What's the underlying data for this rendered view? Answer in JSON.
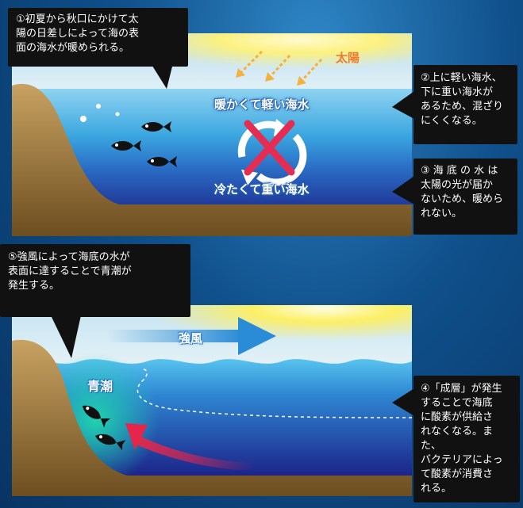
{
  "top_panel": {
    "callout_1": {
      "line1": "①初夏から秋口にかけて太",
      "line2": "陽の日差しによって海の表",
      "line3": "面の海水が暖められる。"
    },
    "sun_label": "太陽",
    "warm_layer_label": "暖かくて軽い海水",
    "cold_layer_label": "冷たくて重い海水",
    "callout_2": {
      "line1": "②上に軽い海水、",
      "line2": "下に重い海水が",
      "line3": "あるため、混ざり",
      "line4": "にくくなる。"
    },
    "callout_3": {
      "line1": "③ 海 底 の 水 は",
      "line2": "太陽の光が届か",
      "line3": "ないため、暖めら",
      "line4": "れない。"
    }
  },
  "bottom_panel": {
    "callout_5": {
      "line1": "⑤強風によって海底の水が",
      "line2": "表面に達することで青潮が",
      "line3": "発生する。"
    },
    "wind_label": "強風",
    "blue_tide_label": "青潮",
    "callout_4": {
      "line1": "④「成層」が発生",
      "line2": "することで海底",
      "line3": "に酸素が供給さ",
      "line4": "れなくなる。また、",
      "line5": "バクテリアによっ",
      "line6": "て酸素が消費さ",
      "line7": "れる。"
    }
  },
  "colors": {
    "sky": "#e9f3f8",
    "sun": "#fff176",
    "sun_arrows": "#f4b23c",
    "warm_water": "#3aa6e0",
    "cold_water": "#1f2a8e",
    "seabed": "#8a6a2f",
    "cross": "#e52d54",
    "current_arrow": "#e5264a",
    "wind_arrow": "#2a8bd6"
  }
}
